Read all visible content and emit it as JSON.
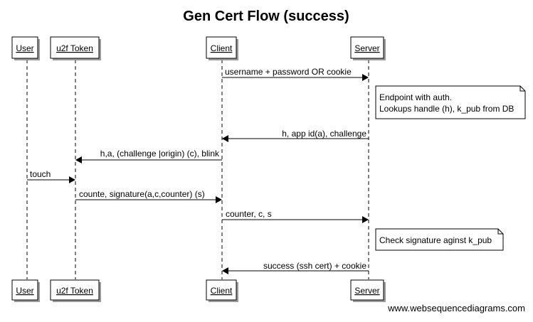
{
  "title": "Gen Cert Flow (success)",
  "participants": [
    {
      "id": "user",
      "label": "User"
    },
    {
      "id": "token",
      "label": "u2f Token"
    },
    {
      "id": "client",
      "label": "Client"
    },
    {
      "id": "server",
      "label": "Server"
    }
  ],
  "messages": [
    {
      "from": "client",
      "to": "server",
      "label": "username + password OR cookie"
    },
    {
      "from": "server",
      "to": "client",
      "label": "h, app id(a), challenge"
    },
    {
      "from": "client",
      "to": "token",
      "label": "h,a, (challenge |origin) (c), blink"
    },
    {
      "from": "user",
      "to": "token",
      "label": "touch"
    },
    {
      "from": "token",
      "to": "client",
      "label": "counte, signature(a,c,counter) (s)"
    },
    {
      "from": "client",
      "to": "server",
      "label": "counter, c, s"
    },
    {
      "from": "server",
      "to": "client",
      "label": "success (ssh cert) + cookie"
    }
  ],
  "notes": [
    {
      "over": "server",
      "lines": [
        "Endpoint with auth.",
        "Lookups handle (h), k_pub from DB"
      ]
    },
    {
      "over": "server",
      "lines": [
        "Check signature aginst k_pub"
      ]
    }
  ],
  "watermark": "www.websequencediagrams.com"
}
